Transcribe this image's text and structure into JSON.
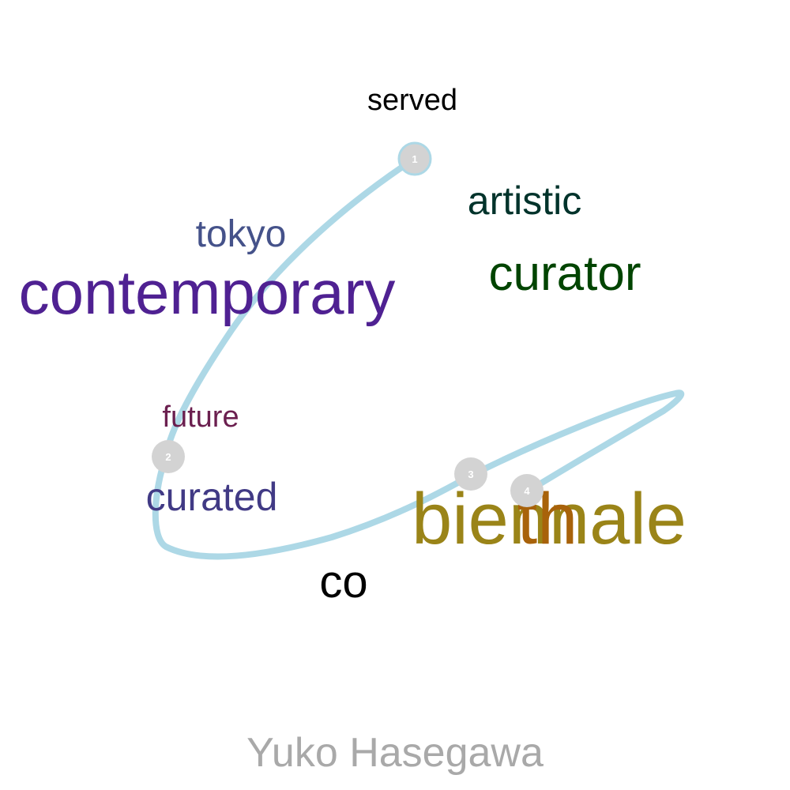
{
  "words": [
    {
      "id": "served",
      "text": "served",
      "color": "#000000"
    },
    {
      "id": "artistic",
      "text": "artistic",
      "color": "#00332b"
    },
    {
      "id": "tokyo",
      "text": "tokyo",
      "color": "#45528a"
    },
    {
      "id": "curator",
      "text": "curator",
      "color": "#004400"
    },
    {
      "id": "contemporary",
      "text": "contemporary",
      "color": "#4f2192"
    },
    {
      "id": "future",
      "text": "future",
      "color": "#6b1f4f"
    },
    {
      "id": "curated",
      "text": "curated",
      "color": "#413a85"
    },
    {
      "id": "biennale",
      "text": "biennale",
      "color": "#9a8418"
    },
    {
      "id": "th",
      "text": "th",
      "color": "#a8620a"
    },
    {
      "id": "co",
      "text": "co",
      "color": "#000000"
    }
  ],
  "path": {
    "color": "#add8e6"
  },
  "markers": [
    {
      "label": "1"
    },
    {
      "label": "2"
    },
    {
      "label": "3"
    },
    {
      "label": "4"
    }
  ],
  "marker_color": "#d3d3d3",
  "caption": {
    "text": "Yuko Hasegawa",
    "color": "#a9a9a9"
  }
}
